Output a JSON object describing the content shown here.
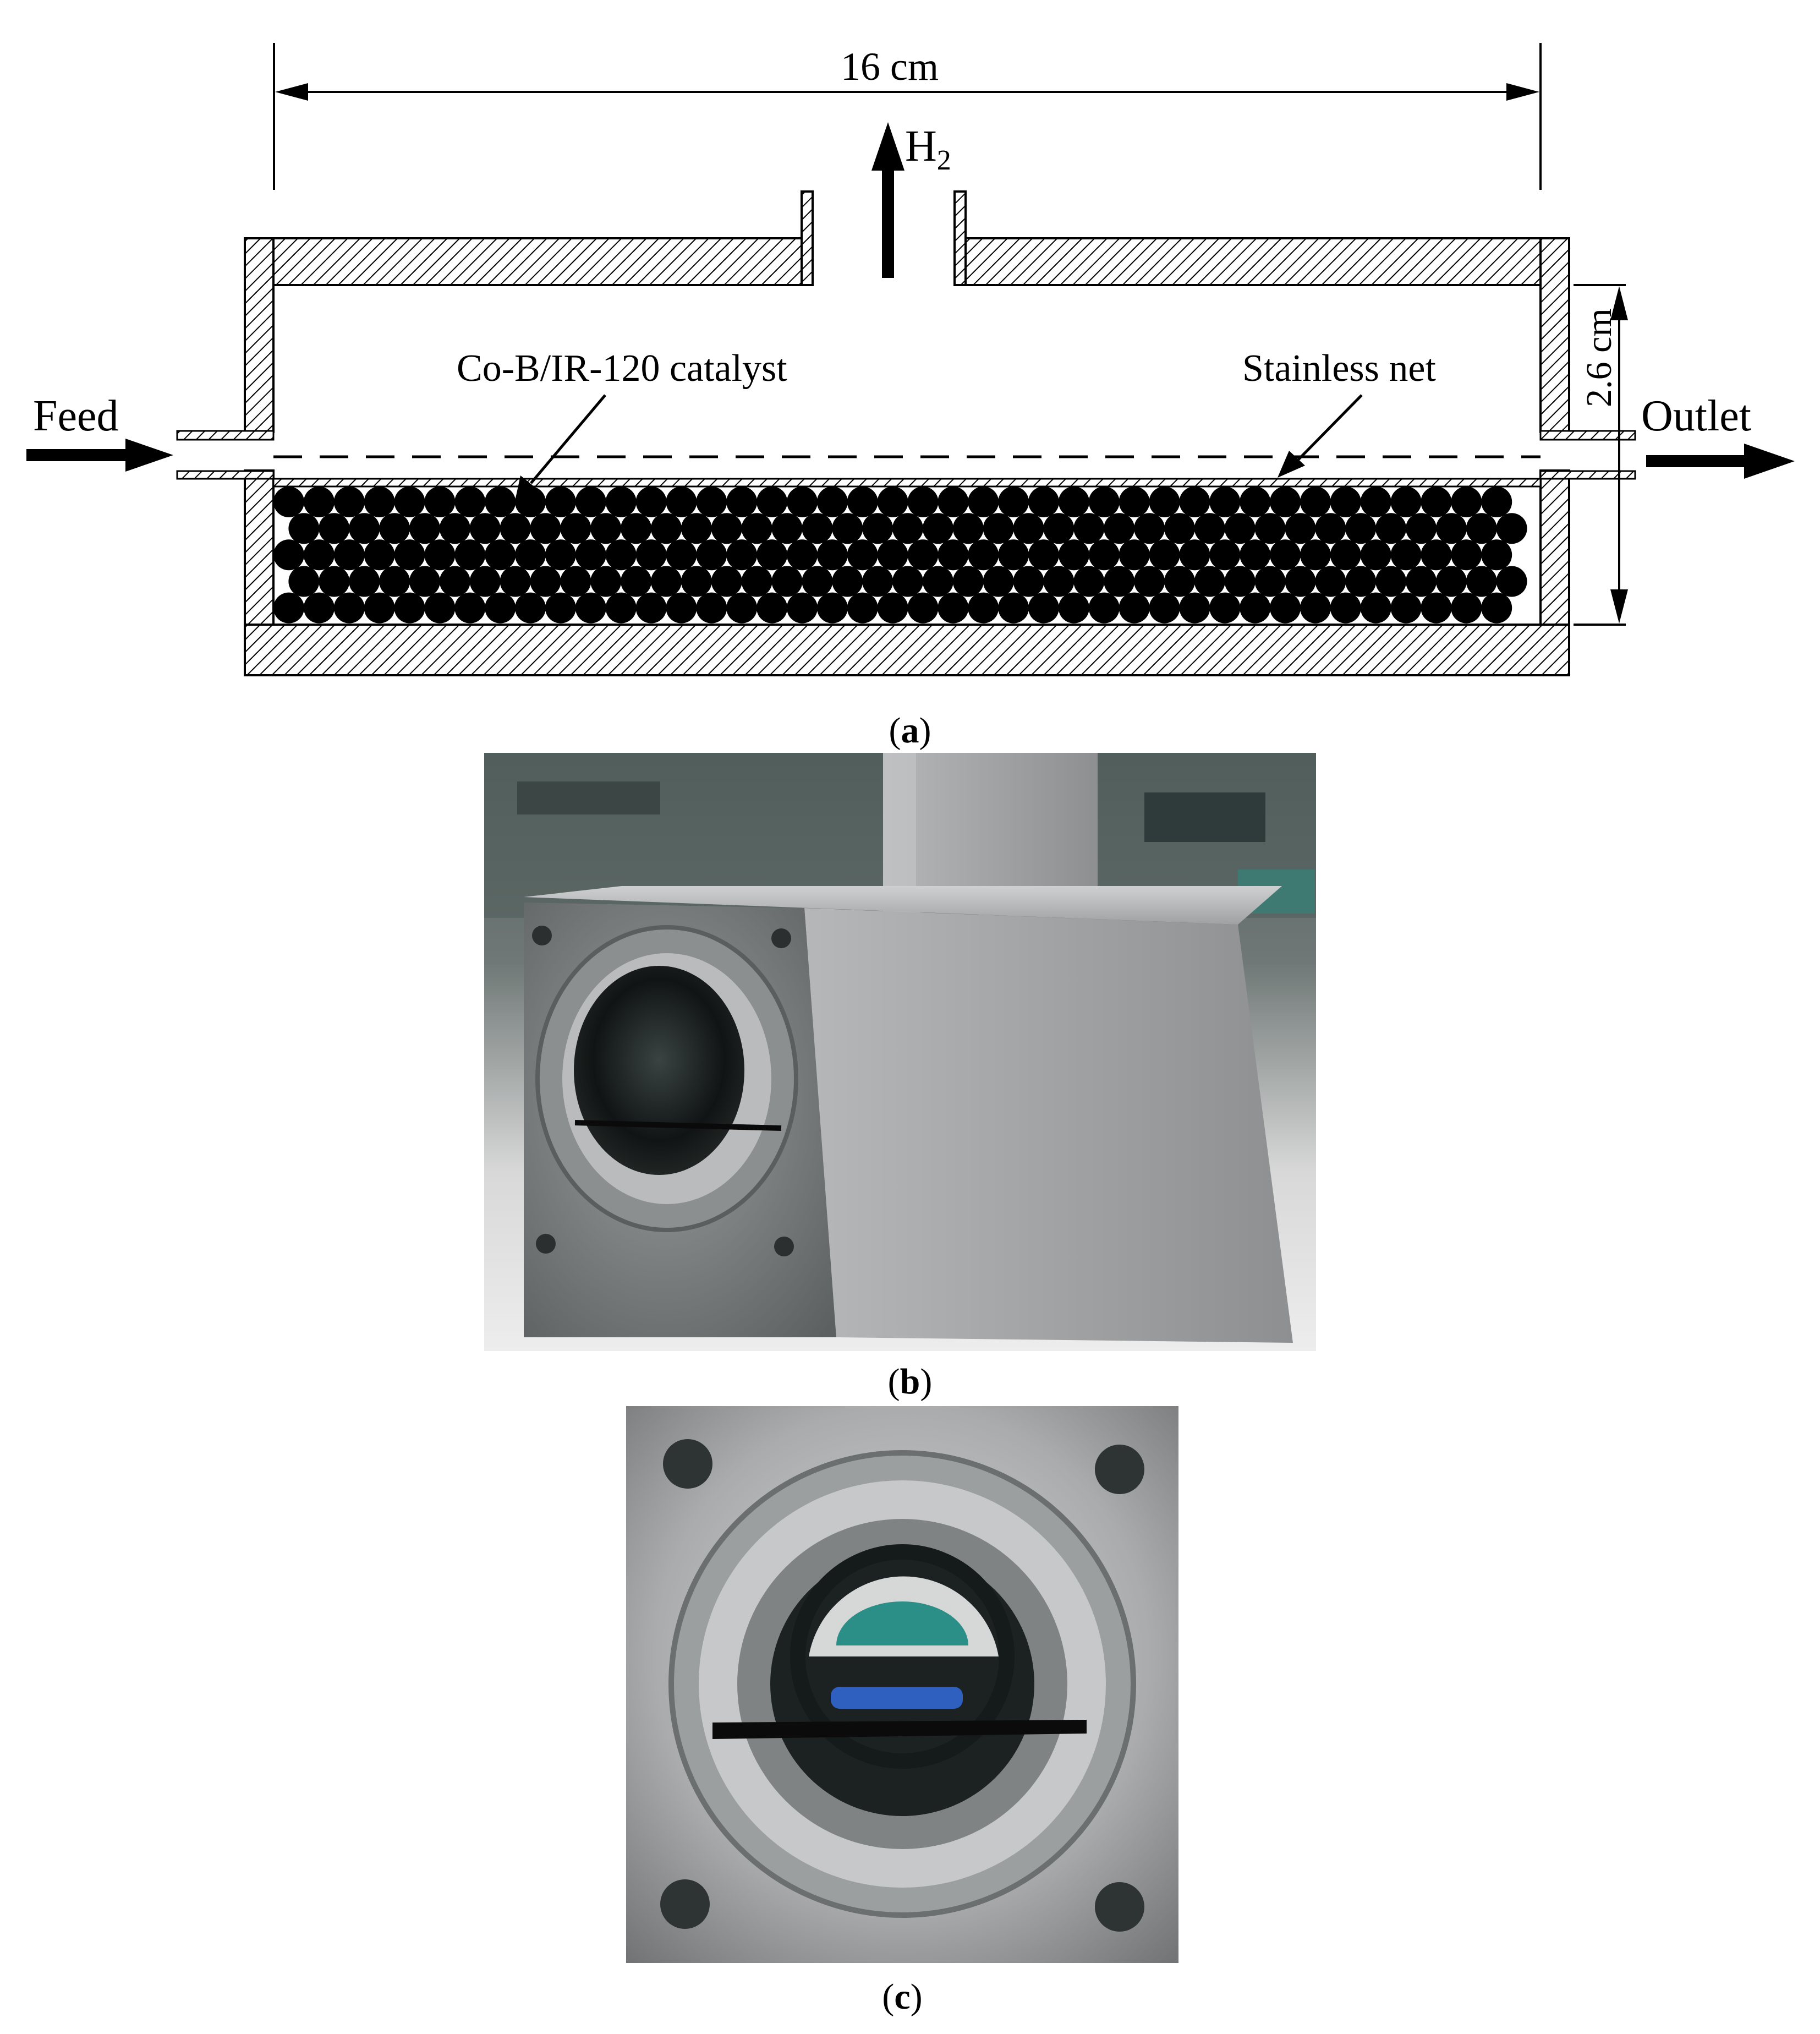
{
  "diagram": {
    "dimension_length": "16 cm",
    "dimension_height": "2.6 cm",
    "gas_main": "H",
    "gas_sub": "2",
    "label_feed": "Feed",
    "label_outlet": "Outlet",
    "label_catalyst": "Co-B/IR-120 catalyst",
    "label_net": "Stainless net"
  },
  "captions": {
    "a_open": "(",
    "a_letter": "a",
    "a_close": ")",
    "b_open": "(",
    "b_letter": "b",
    "b_close": ")",
    "c_open": "(",
    "c_letter": "c",
    "c_close": ")"
  }
}
